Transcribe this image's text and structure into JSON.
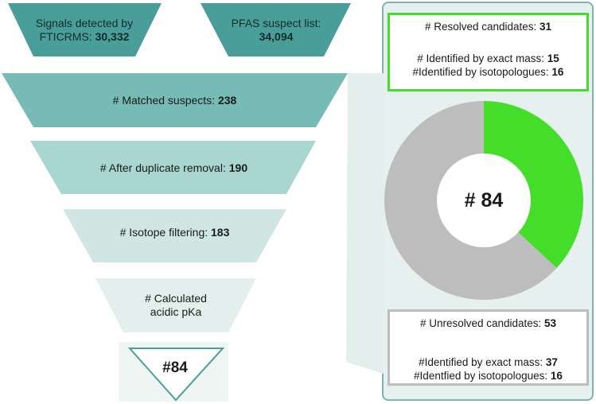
{
  "colors": {
    "dark_teal": "#4a9e9a",
    "mid_teal": "#76bbb5",
    "light_teal": "#a9d6d0",
    "pale_teal": "#cfe6e2",
    "palest_teal": "#e3efec",
    "panel_bg": "#e6f1ef",
    "resolved_green": "#44dd2a",
    "unresolved_gray": "#bdbdbd"
  },
  "top": {
    "signals": {
      "line1": "Signals detected by",
      "prefix": "FTICRMS: ",
      "value": "30,332"
    },
    "pfas": {
      "line1": "PFAS suspect list:",
      "value": "34,094"
    }
  },
  "funnel": {
    "matched": {
      "label": "# Matched suspects: ",
      "value": "238"
    },
    "duplicate": {
      "label": "# After duplicate removal: ",
      "value": "190"
    },
    "isotope": {
      "label": "# Isotope filtering: ",
      "value": "183"
    },
    "pka": {
      "line1": "# Calculated",
      "line2": "acidic pKa"
    },
    "final": "#84"
  },
  "resolved": {
    "label": "# Resolved candidates: ",
    "value": "31",
    "exact_label": "# Identified by exact mass: ",
    "exact_value": "15",
    "iso_label": "#Identified by isotopologues: ",
    "iso_value": "16"
  },
  "donut": {
    "center_label": "# 84"
  },
  "unresolved": {
    "label": "# Unresolved candidates: ",
    "value": "53",
    "exact_label": "#Identified by exact mass: ",
    "exact_value": "37",
    "iso_label": "#Identfied by isotopologues: ",
    "iso_value": "16"
  },
  "chart_data": {
    "type": "pie",
    "categories": [
      "Resolved candidates",
      "Unresolved candidates"
    ],
    "values": [
      31,
      53
    ],
    "colors": [
      "#44dd2a",
      "#bdbdbd"
    ]
  }
}
